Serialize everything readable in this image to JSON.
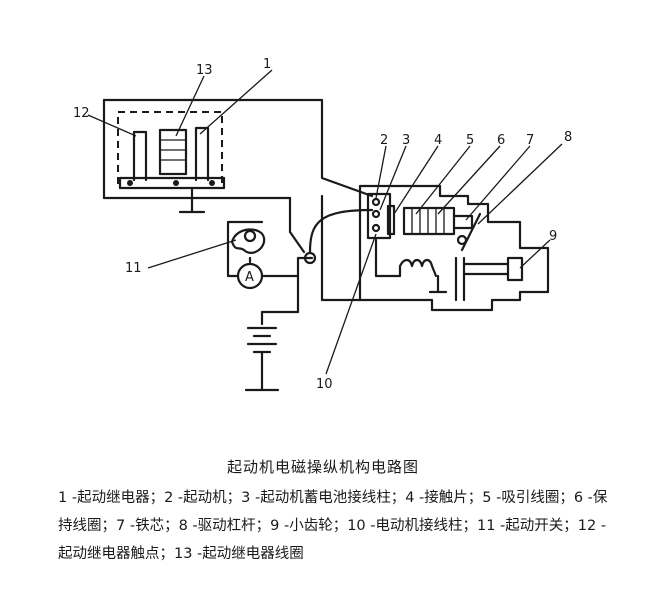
{
  "labels": {
    "n1": "1",
    "n2": "2",
    "n3": "3",
    "n4": "4",
    "n5": "5",
    "n6": "6",
    "n7": "7",
    "n8": "8",
    "n9": "9",
    "n10": "10",
    "n11": "11",
    "n12": "12",
    "n13": "13",
    "ammeter": "A"
  },
  "caption": {
    "title": "起动机电磁操纵机构电路图",
    "legend": "1 -起动继电器；2 -起动机；3 -起动机蓄电池接线柱；4 -接触片；5 -吸引线圈；6 -保持线圈；7 -铁芯；8 -驱动杠杆；9 -小齿轮；10 -电动机接线柱；11 -起动开关；12 -起动继电器触点；13 -起动继电器线圈"
  }
}
